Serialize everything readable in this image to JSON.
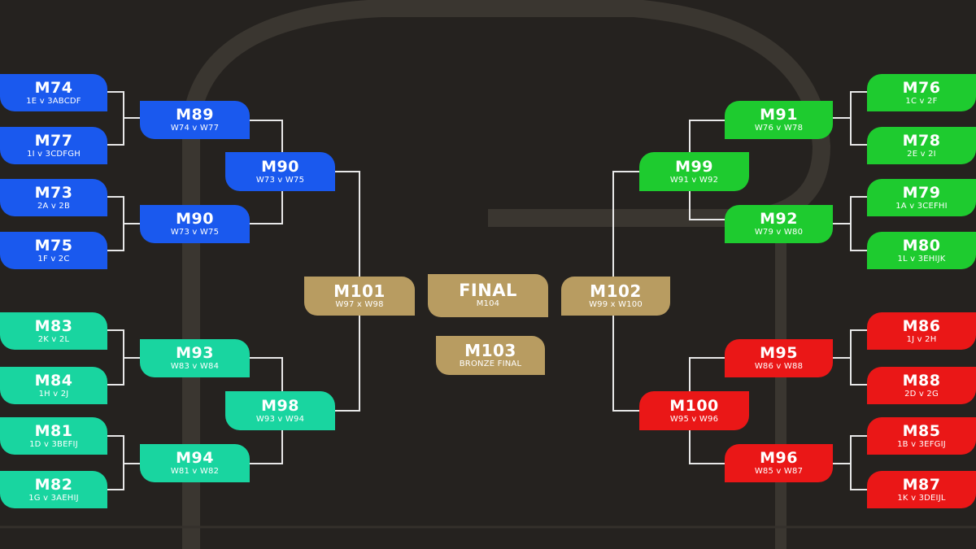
{
  "colors": {
    "background": "#292623",
    "blue": "#1a59ee",
    "teal": "#19d5a0",
    "green": "#1ecb2f",
    "red": "#ea1717",
    "gold": "#b89c61",
    "connector": "#e8e8e8"
  },
  "matches": {
    "m74": {
      "code": "M74",
      "teams": "1E v 3ABCDF"
    },
    "m77": {
      "code": "M77",
      "teams": "1I v 3CDFGH"
    },
    "m73": {
      "code": "M73",
      "teams": "2A v 2B"
    },
    "m75": {
      "code": "M75",
      "teams": "1F v 2C"
    },
    "m89": {
      "code": "M89",
      "teams": "W74 v W77"
    },
    "m90a": {
      "code": "M90",
      "teams": "W73 v W75"
    },
    "m90b": {
      "code": "M90",
      "teams": "W73 v W75"
    },
    "m83": {
      "code": "M83",
      "teams": "2K v 2L"
    },
    "m84": {
      "code": "M84",
      "teams": "1H v 2J"
    },
    "m81": {
      "code": "M81",
      "teams": "1D v 3BEFIJ"
    },
    "m82": {
      "code": "M82",
      "teams": "1G v 3AEHIJ"
    },
    "m93": {
      "code": "M93",
      "teams": "W83 v W84"
    },
    "m94": {
      "code": "M94",
      "teams": "W81 v W82"
    },
    "m98": {
      "code": "M98",
      "teams": "W93 v W94"
    },
    "m101": {
      "code": "M101",
      "teams": "W97 x W98"
    },
    "final": {
      "code": "FINAL",
      "teams": "M104"
    },
    "m103": {
      "code": "M103",
      "teams": "BRONZE FINAL"
    },
    "m102": {
      "code": "M102",
      "teams": "W99 x W100"
    },
    "m76": {
      "code": "M76",
      "teams": "1C v 2F"
    },
    "m78": {
      "code": "M78",
      "teams": "2E v 2I"
    },
    "m79": {
      "code": "M79",
      "teams": "1A v 3CEFHI"
    },
    "m80": {
      "code": "M80",
      "teams": "1L v 3EHIJK"
    },
    "m91": {
      "code": "M91",
      "teams": "W76 v W78"
    },
    "m92": {
      "code": "M92",
      "teams": "W79 v W80"
    },
    "m99": {
      "code": "M99",
      "teams": "W91 v W92"
    },
    "m86": {
      "code": "M86",
      "teams": "1J v 2H"
    },
    "m88": {
      "code": "M88",
      "teams": "2D v 2G"
    },
    "m85": {
      "code": "M85",
      "teams": "1B v 3EFGIJ"
    },
    "m87": {
      "code": "M87",
      "teams": "1K v 3DEIJL"
    },
    "m95": {
      "code": "M95",
      "teams": "W86 v W88"
    },
    "m96": {
      "code": "M96",
      "teams": "W85 v W87"
    },
    "m100": {
      "code": "M100",
      "teams": "W95 v W96"
    }
  }
}
